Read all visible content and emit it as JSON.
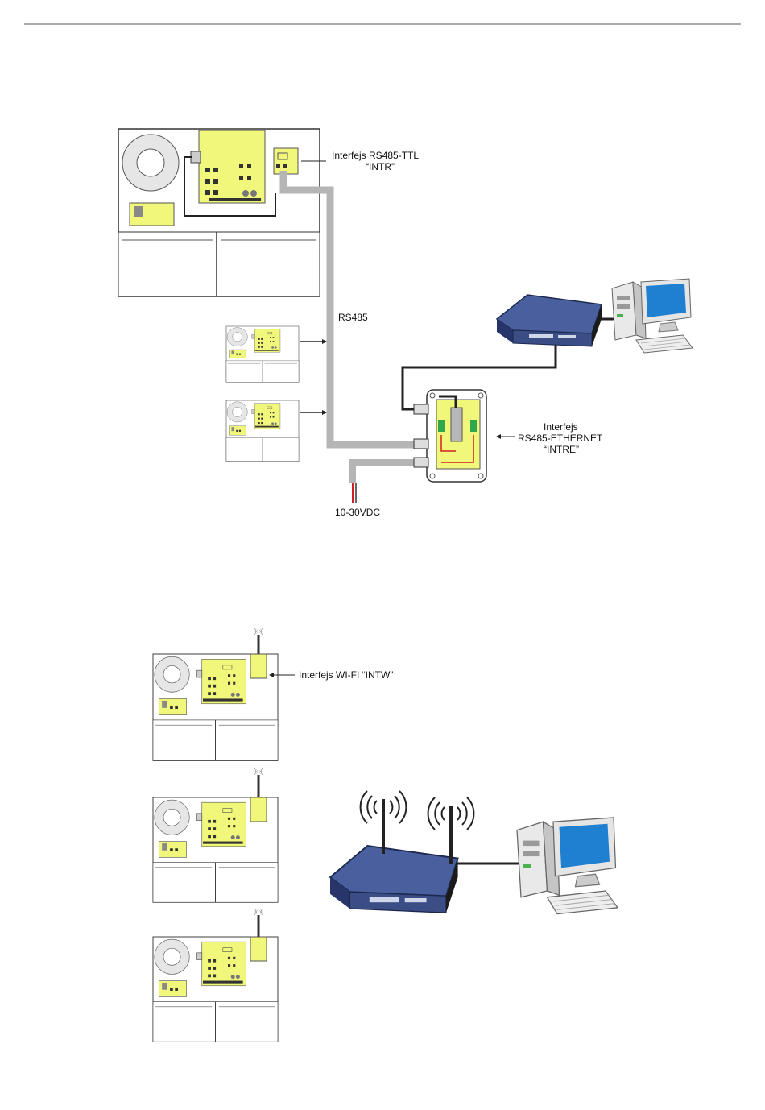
{
  "labels": {
    "intr_line1": "Interfejs RS485-TTL",
    "intr_line2": "“INTR”",
    "rs485": "RS485",
    "intre_line1": "Interfejs",
    "intre_line2": "RS485-ETHERNET",
    "intre_line3": "“INTRE”",
    "power": "10-30VDC",
    "intw": "Interfejs WI-FI “INTW”"
  },
  "colors": {
    "board": "#f1f77a",
    "cable_gray": "#b5b5b5",
    "router_blue": "#4a5f9e",
    "monitor_screen": "#1f7fd0",
    "power_red": "#d02020"
  }
}
